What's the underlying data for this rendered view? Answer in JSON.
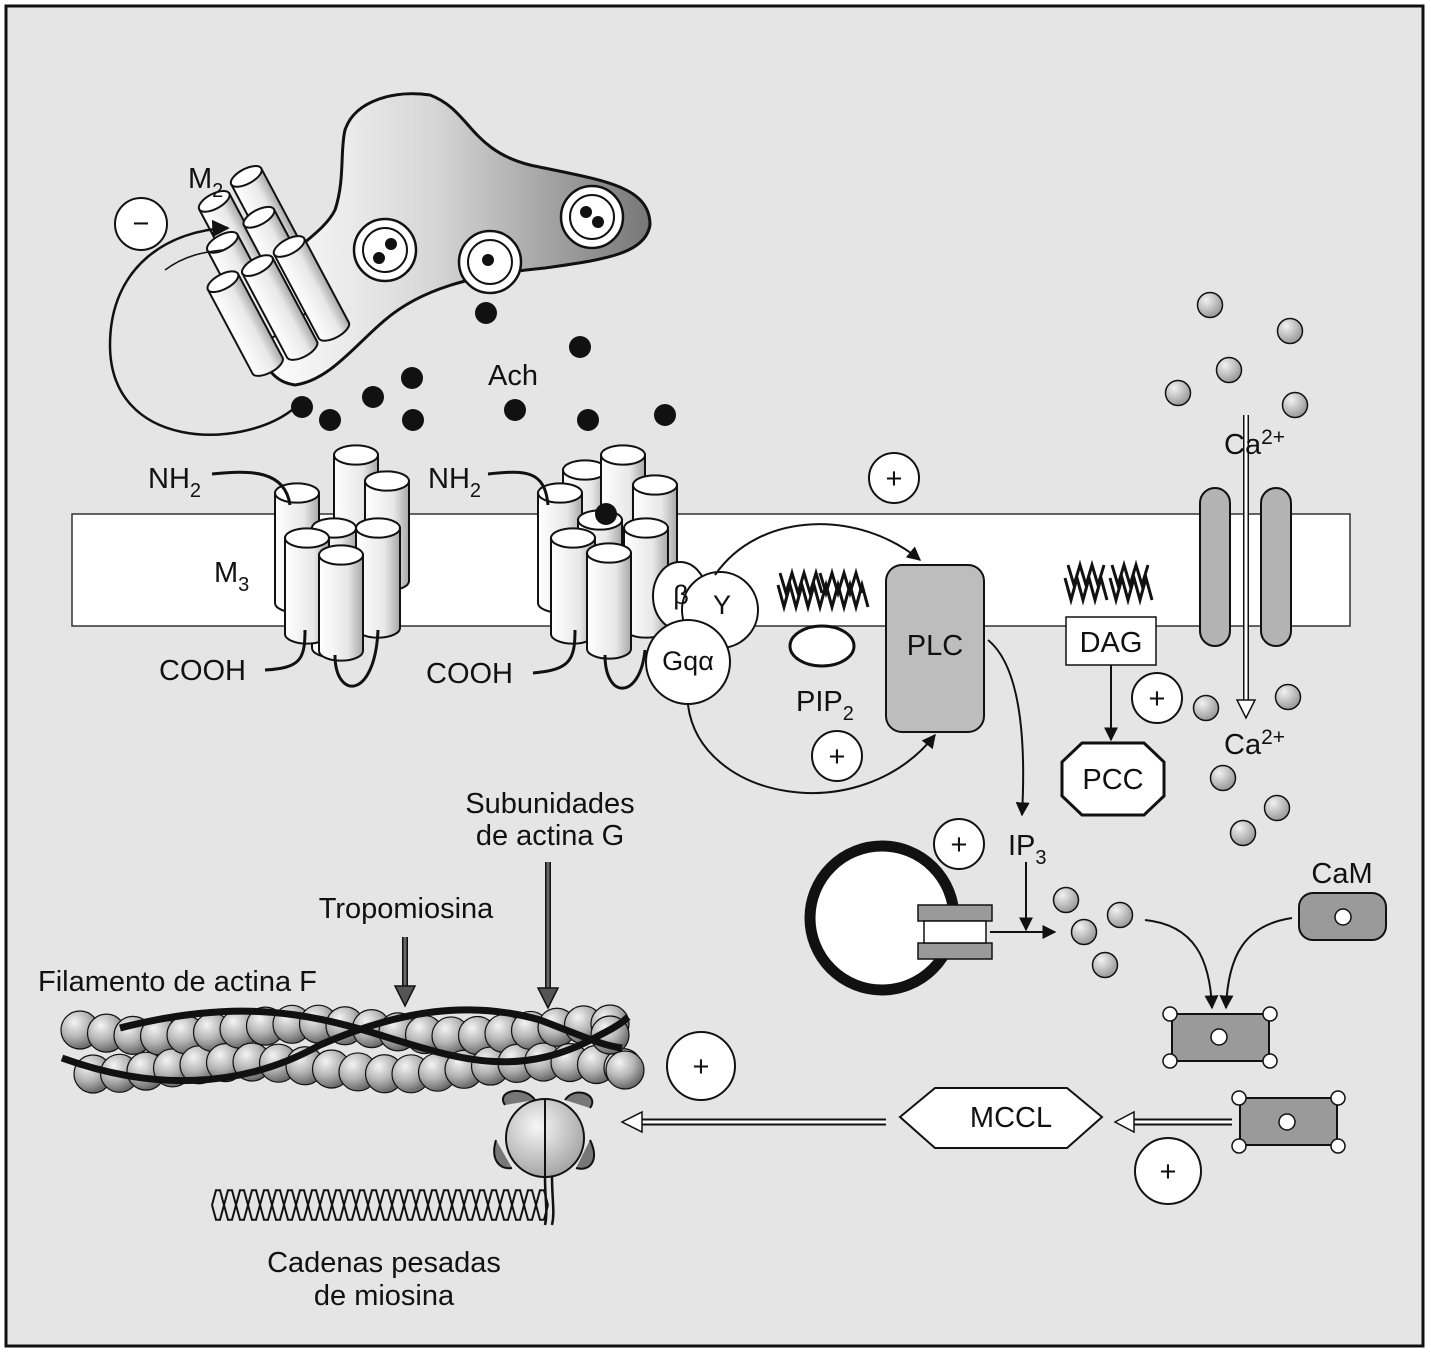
{
  "colors": {
    "panel": "#e5e5e5",
    "membrane": "#ffffff",
    "ink": "#111111",
    "protein_gray": "#b3b3b3",
    "dark_gray": "#8c8c8c",
    "calcium": "#bdbdbd"
  },
  "labels": {
    "m2": "M",
    "m2_sub": "2",
    "m3": "M",
    "m3_sub": "3",
    "ach": "Ach",
    "nh2_left": "NH",
    "nh2_left_sub": "2",
    "nh2_right": "NH",
    "nh2_right_sub": "2",
    "cooh_left": "COOH",
    "cooh_right": "COOH",
    "beta": "β",
    "gamma": "Y",
    "gq_alpha": "Gqα",
    "pip2": "PIP",
    "pip2_sub": "2",
    "plc": "PLC",
    "dag": "DAG",
    "pcc": "PCC",
    "ca_top": "Ca",
    "ca_top_sup": "2+",
    "ca_bottom": "Ca",
    "ca_bottom_sup": "2+",
    "ip3": "IP",
    "ip3_sub": "3",
    "cam": "CaM",
    "mccl": "MCCL",
    "g_actin_line1": "Subunidades",
    "g_actin_line2": "de actina G",
    "tropomyosin": "Tropomiosina",
    "f_actin": "Filamento de actina F",
    "myosin_line1": "Cadenas pesadas",
    "myosin_line2": "de miosina"
  },
  "signs": {
    "m2_inhibit": "−",
    "plc_stimulate_top": "+",
    "plc_stimulate_bottom": "+",
    "dag_pcc": "+",
    "ip3_release": "+",
    "contraction": "+",
    "mlck_activation": "+"
  }
}
